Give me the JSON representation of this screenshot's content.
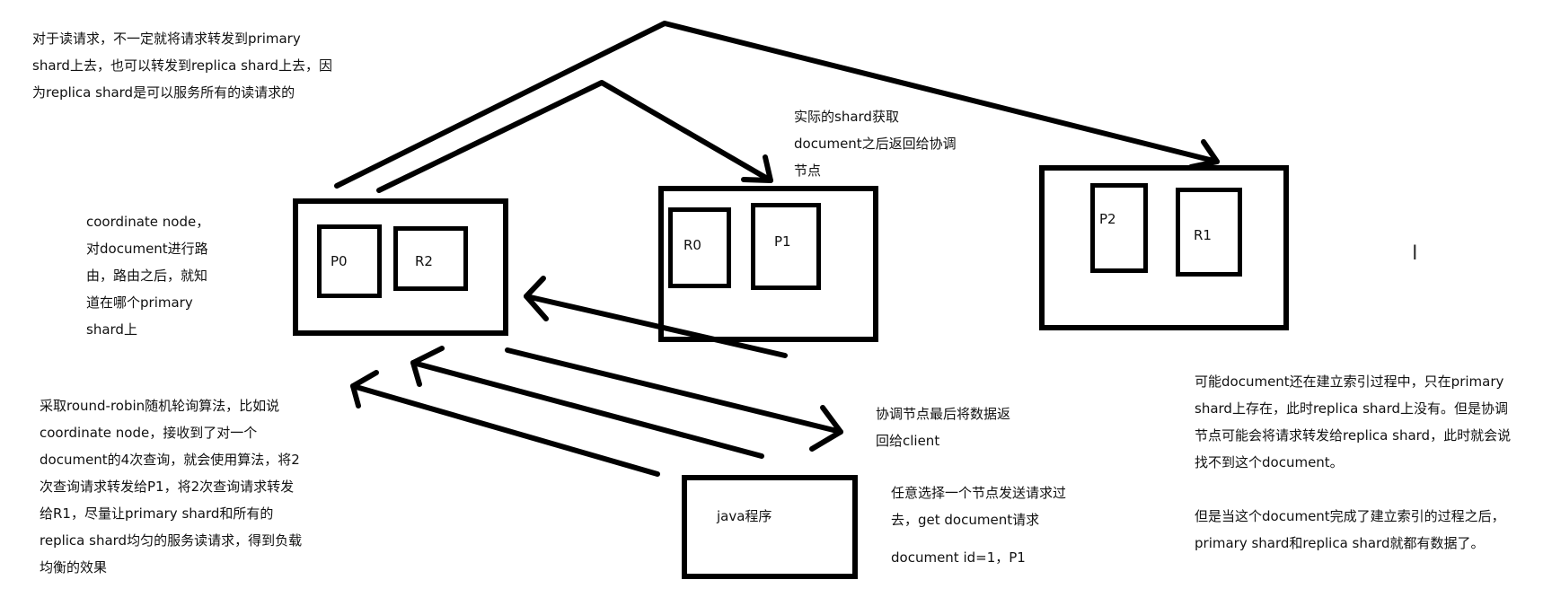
{
  "notes": {
    "read_request": "对于读请求，不一定就将请求转发到primary\nshard上去，也可以转发到replica shard上去，因\n为replica shard是可以服务所有的读请求的",
    "coordinate_node": "coordinate node，\n对document进行路\n由，路由之后，就知\n道在哪个primary\nshard上",
    "round_robin": "采取round-robin随机轮询算法，比如说\ncoordinate node，接收到了对一个\ndocument的4次查询，就会使用算法，将2\n次查询请求转发给P1，将2次查询请求转发\n给R1，尽量让primary shard和所有的\nreplica shard均匀的服务读请求，得到负载\n均衡的效果",
    "shard_return": "实际的shard获取\ndocument之后返回给协调\n节点",
    "coord_return": "协调节点最后将数据返\n回给client",
    "send_request": "任意选择一个节点发送请求过\n去，get document请求",
    "document_id": "document id=1，P1",
    "maybe_not_found": "可能document还在建立索引过程中，只在primary\nshard上存在，此时replica shard上没有。但是协调\n节点可能会将请求转发给replica shard，此时就会说\n找不到这个document。",
    "after_index": "但是当这个document完成了建立索引的过程之后，\nprimary shard和replica shard就都有数据了。"
  },
  "nodes": {
    "node1": {
      "shards": [
        "P0",
        "R2"
      ]
    },
    "node2": {
      "shards": [
        "R0",
        "P1"
      ]
    },
    "node3": {
      "shards": [
        "P2",
        "R1"
      ]
    }
  },
  "client": {
    "label": "java程序"
  },
  "colors": {
    "stroke": "#000000",
    "background": "#ffffff"
  }
}
